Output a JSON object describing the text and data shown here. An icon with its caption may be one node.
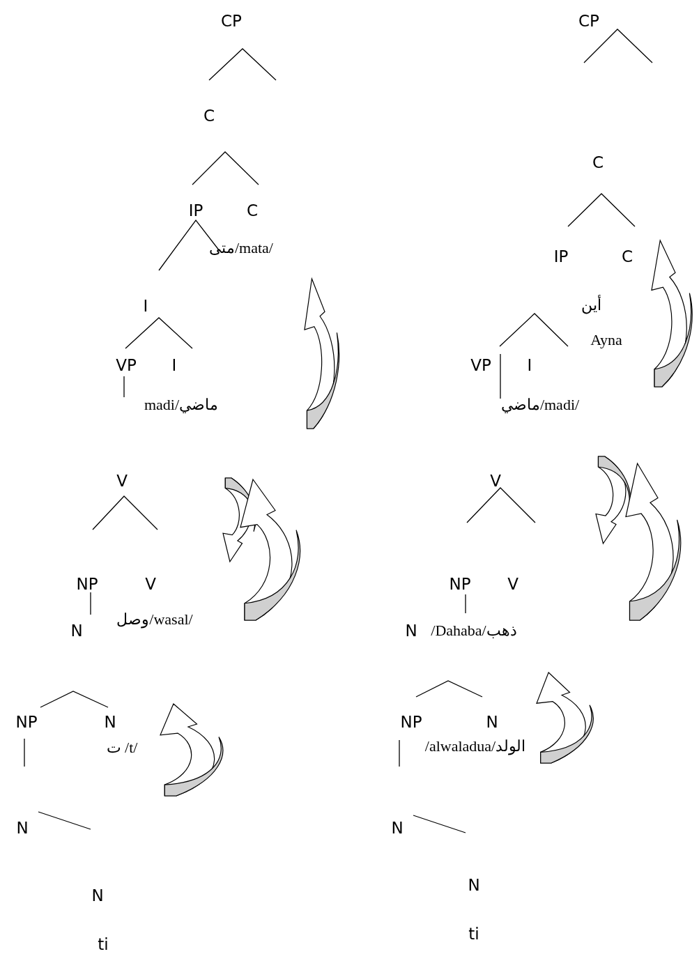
{
  "diagram": {
    "labels": [
      "CP",
      "C",
      "IP",
      "C",
      "متى/mata/",
      "I",
      "VP",
      "I",
      "madi/ماضي",
      "V",
      "NP",
      "V",
      "وصل/wasal/",
      "N",
      "NP",
      "N",
      "ت /t/",
      "N",
      "N",
      "ti",
      "CP",
      "C",
      "IP",
      "C",
      "أين",
      "Ayna",
      "VP",
      "I",
      "ماضي/madi/",
      "V",
      "NP",
      "V",
      "N",
      "/Dahaba/ذهب",
      "NP",
      "N",
      "/alwaladua/الولد",
      "N",
      "N",
      "ti"
    ]
  }
}
